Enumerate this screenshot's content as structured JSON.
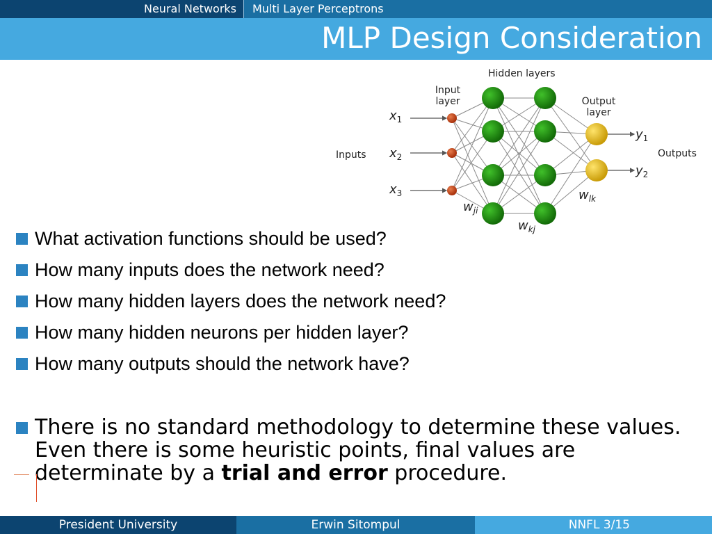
{
  "header": {
    "section_left": "Neural Networks",
    "section_right": "Multi Layer Perceptrons",
    "title": "MLP Design Consideration"
  },
  "diagram": {
    "hidden_layers_label": "Hidden layers",
    "input_layer_label": "Input layer",
    "output_layer_label": "Output layer",
    "inputs_label": "Inputs",
    "outputs_label": "Outputs",
    "x1": "x1",
    "x2": "x2",
    "x3": "x3",
    "y1": "y1",
    "y2": "y2",
    "w_ji": "wji",
    "w_kj": "wkj",
    "w_lk": "wlk",
    "colors": {
      "input_node": "#b33a0f",
      "hidden_node": "#1f8a12",
      "output_node": "#e5c21a"
    }
  },
  "questions": [
    "What activation functions should be used?",
    "How many inputs does the network need?",
    "How many hidden layers does the network need?",
    "How many hidden neurons per hidden layer?",
    "How many outputs should the network have?"
  ],
  "note": {
    "before": "There is no standard methodology to determine these values. Even there is some heuristic points, final values are determinate by a ",
    "bold": "trial and error",
    "after": " procedure."
  },
  "footer": {
    "university": "President University",
    "author": "Erwin Sitompul",
    "page": "NNFL 3/15"
  }
}
